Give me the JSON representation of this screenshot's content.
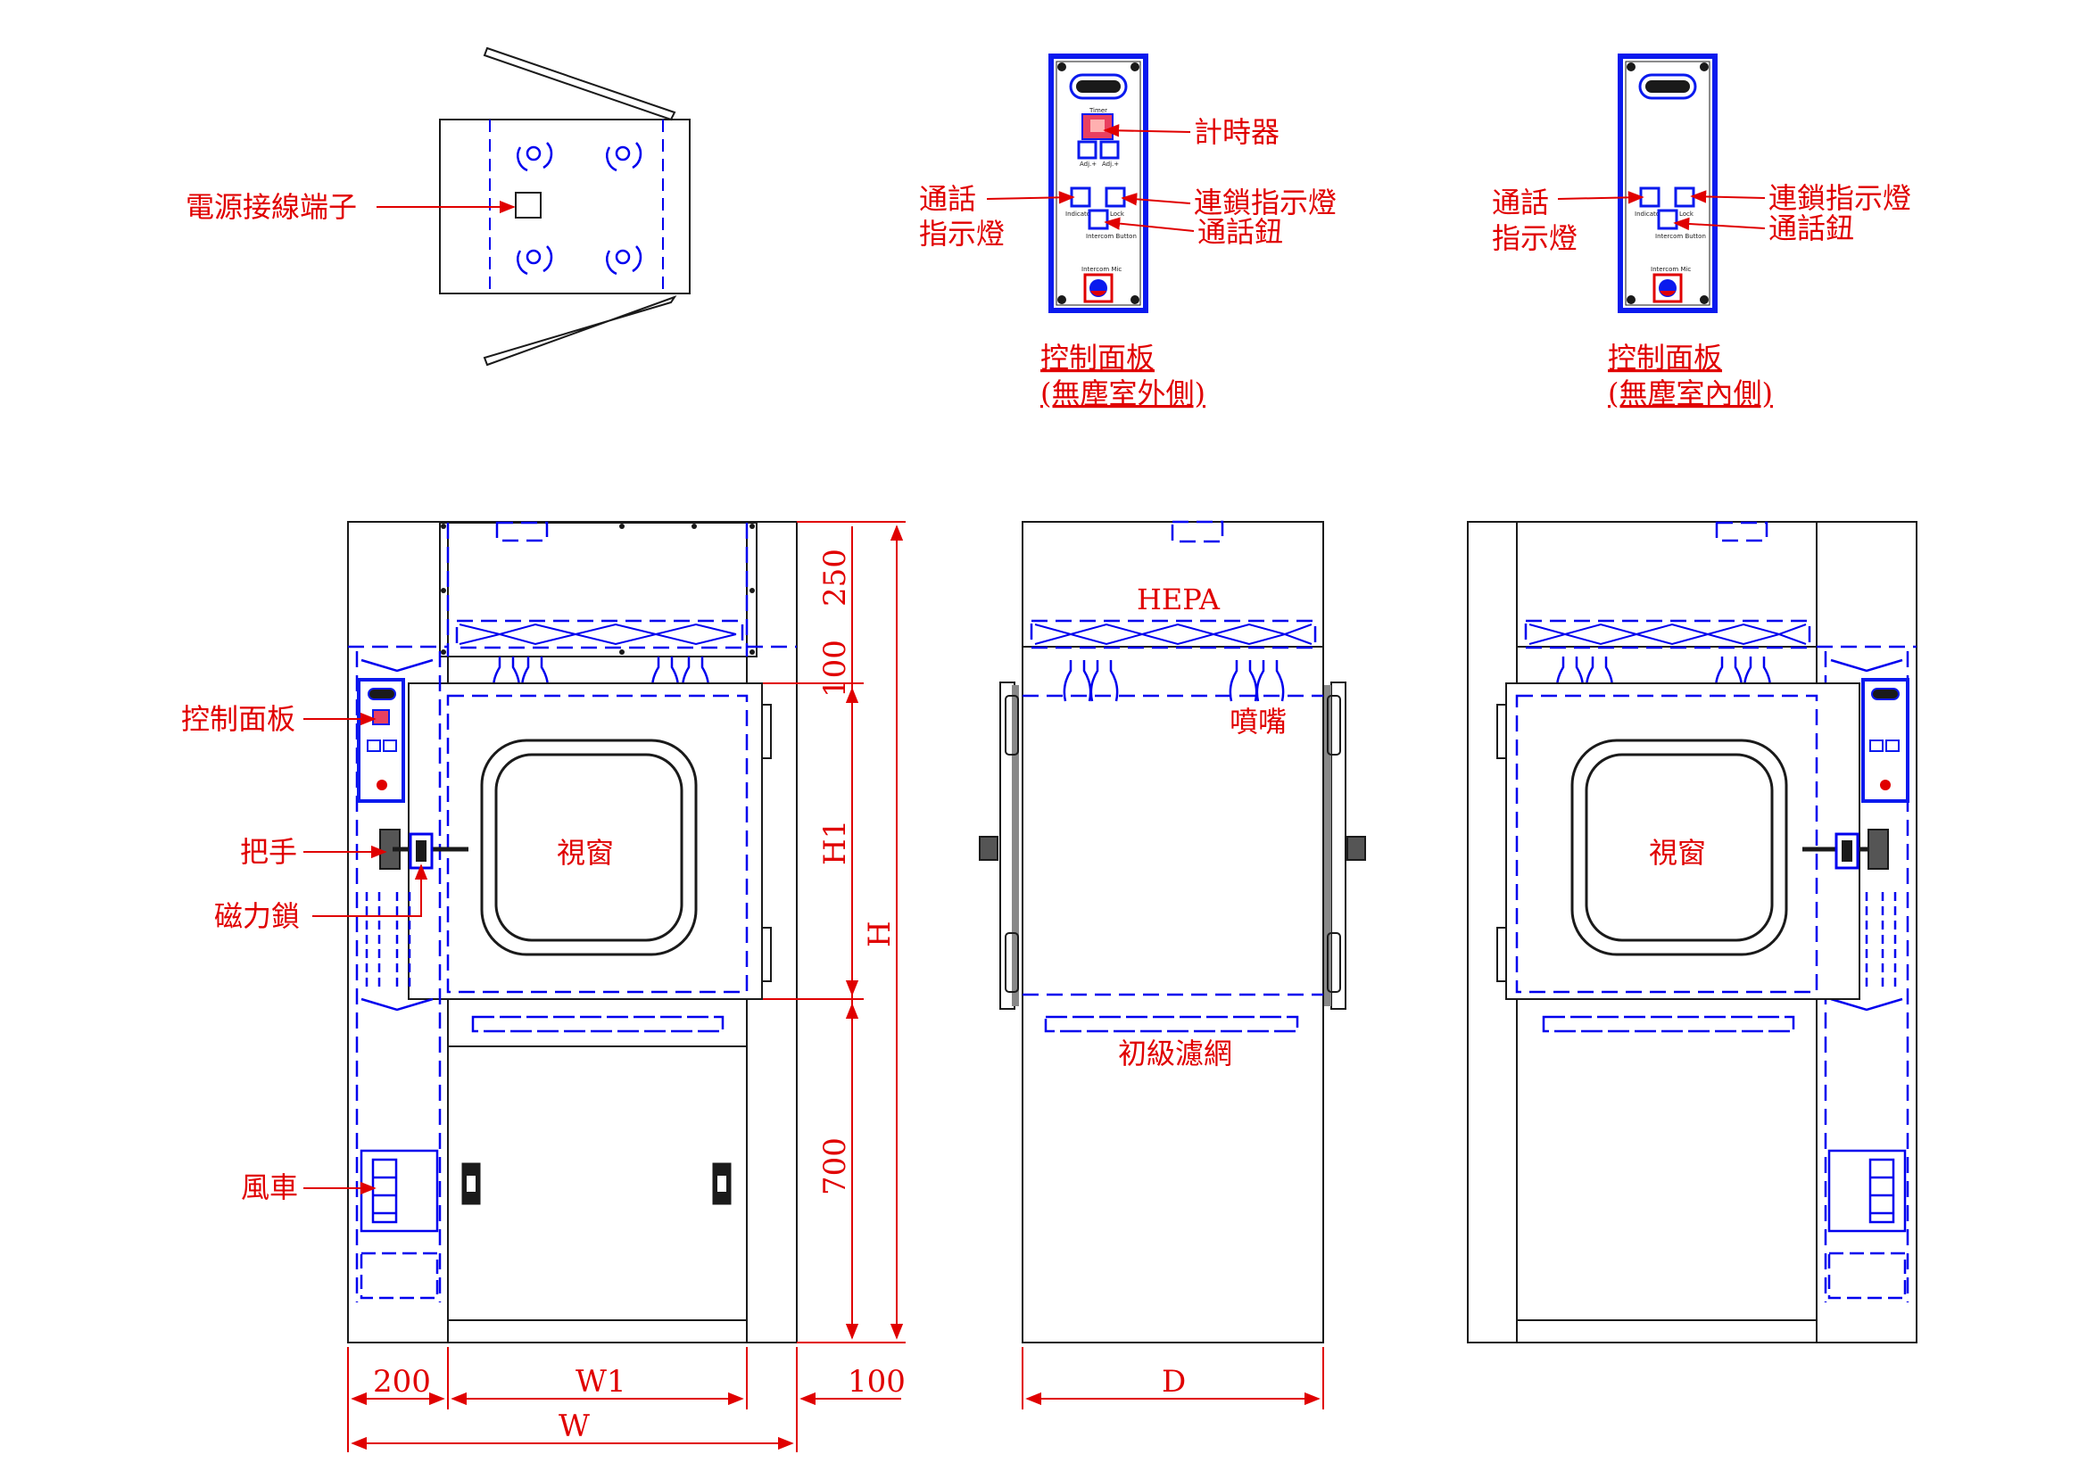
{
  "labels": {
    "power_terminal": "電源接線端子",
    "timer": "計時器",
    "intercom_indicator_l1": "通話",
    "intercom_indicator_l2": "指示燈",
    "interlock_indicator": "連鎖指示燈",
    "intercom_button": "通話鈕",
    "panel_outside_l1": "控制面板",
    "panel_outside_l2": "(無塵室外側)",
    "inside_intercom_indicator_l1": "通話",
    "inside_intercom_indicator_l2": "指示燈",
    "inside_interlock_indicator": "連鎖指示燈",
    "inside_intercom_button": "通話鈕",
    "panel_inside_l1": "控制面板",
    "panel_inside_l2": "(無塵室內側)",
    "front_control_panel": "控制面板",
    "handle": "把手",
    "magnetic_lock": "磁力鎖",
    "fan": "風車",
    "window_front": "視窗",
    "hepa": "HEPA",
    "nozzle": "噴嘴",
    "primary_filter": "初級濾網",
    "window_back": "視窗"
  },
  "panel_text": {
    "timer": "Timer",
    "adj_a": "Adj.+",
    "adj_b": "Adj.+",
    "indicator": "Indicator",
    "lock": "Lock",
    "intercom_button": "Intercom Button",
    "intercom_mic": "Intercom Mic"
  },
  "dimensions": {
    "d250": "250",
    "d100_top": "100",
    "H1": "H1",
    "H": "H",
    "d700": "700",
    "d200": "200",
    "W1": "W1",
    "d100_side": "100",
    "W": "W",
    "D": "D"
  },
  "colors": {
    "line": "#1a1a1a",
    "annotation": "#e00000",
    "hidden": "#0000ee",
    "panel": "#0a1aee"
  }
}
